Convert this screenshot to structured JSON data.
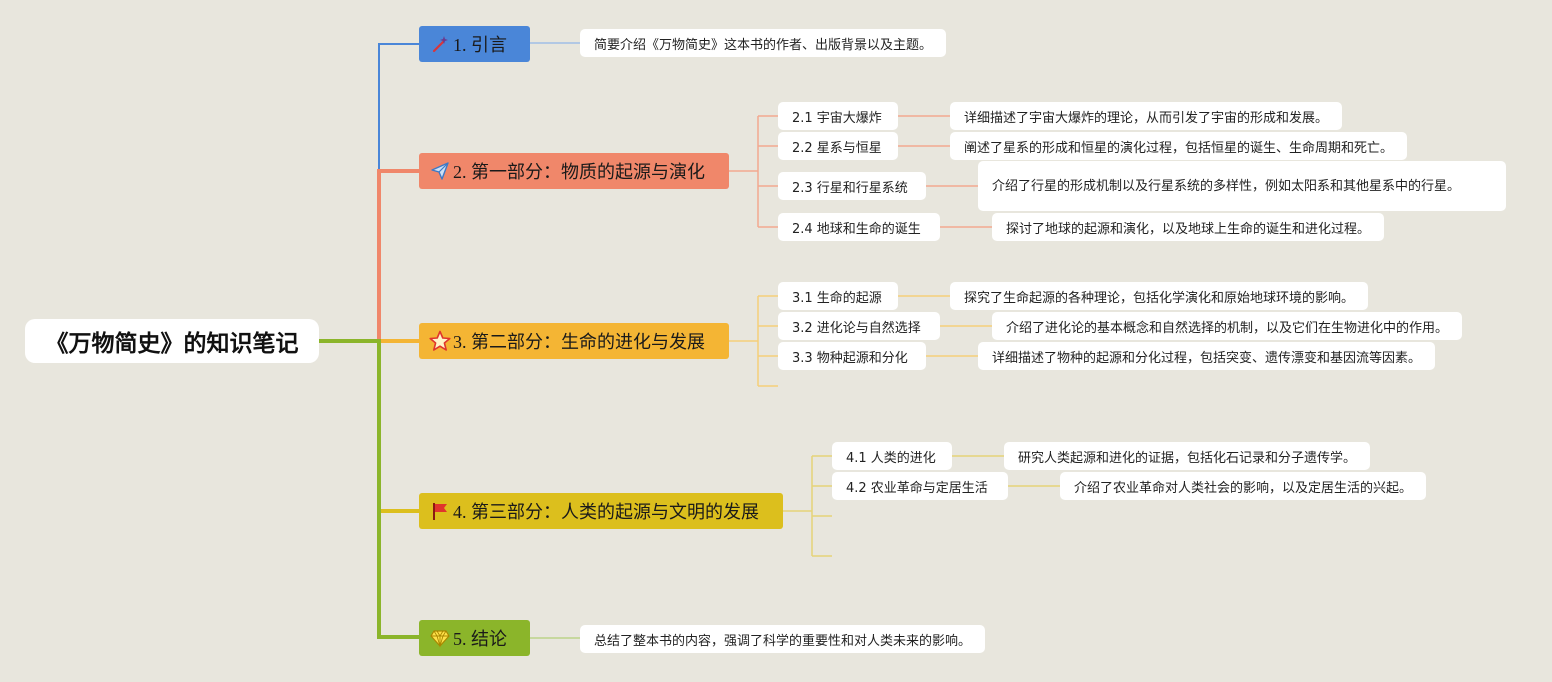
{
  "root": {
    "title": "《万物简史》的知识笔记"
  },
  "branches": [
    {
      "label": "1. 引言",
      "icon": "magic-wand-icon",
      "color": "#4a86d8",
      "note": "简要介绍《万物简史》这本书的作者、出版背景以及主题。"
    },
    {
      "label": "2. 第一部分：物质的起源与演化",
      "icon": "paper-plane-icon",
      "color": "#f0876a",
      "children": [
        {
          "label": "2.1 宇宙大爆炸",
          "note": "详细描述了宇宙大爆炸的理论，从而引发了宇宙的形成和发展。"
        },
        {
          "label": "2.2 星系与恒星",
          "note": "阐述了星系的形成和恒星的演化过程，包括恒星的诞生、生命周期和死亡。"
        },
        {
          "label": "2.3 行星和行星系统",
          "note": "介绍了行星的形成机制以及行星系统的多样性，例如太阳系和其他星系中的行星。"
        },
        {
          "label": "2.4 地球和生命的诞生",
          "note": "探讨了地球的起源和演化，以及地球上生命的诞生和进化过程。"
        }
      ]
    },
    {
      "label": "3. 第二部分：生命的进化与发展",
      "icon": "star-icon",
      "color": "#f4b534",
      "children": [
        {
          "label": "3.1 生命的起源",
          "note": "探究了生命起源的各种理论，包括化学演化和原始地球环境的影响。"
        },
        {
          "label": "3.2 进化论与自然选择",
          "note": "介绍了进化论的基本概念和自然选择的机制，以及它们在生物进化中的作用。"
        },
        {
          "label": "3.3 物种起源和分化",
          "note": "详细描述了物种的起源和分化过程，包括突变、遗传漂变和基因流等因素。"
        }
      ]
    },
    {
      "label": "4. 第三部分：人类的起源与文明的发展",
      "icon": "flag-icon",
      "color": "#dcbf1d",
      "children": [
        {
          "label": "4.1 人类的进化",
          "note": "研究人类起源和进化的证据，包括化石记录和分子遗传学。"
        },
        {
          "label": "4.2 农业革命与定居生活",
          "note": "介绍了农业革命对人类社会的影响，以及定居生活的兴起。"
        }
      ]
    },
    {
      "label": "5. 结论",
      "icon": "diamond-icon",
      "color": "#8bb52a",
      "note": "总结了整本书的内容，强调了科学的重要性和对人类未来的影响。"
    }
  ]
}
